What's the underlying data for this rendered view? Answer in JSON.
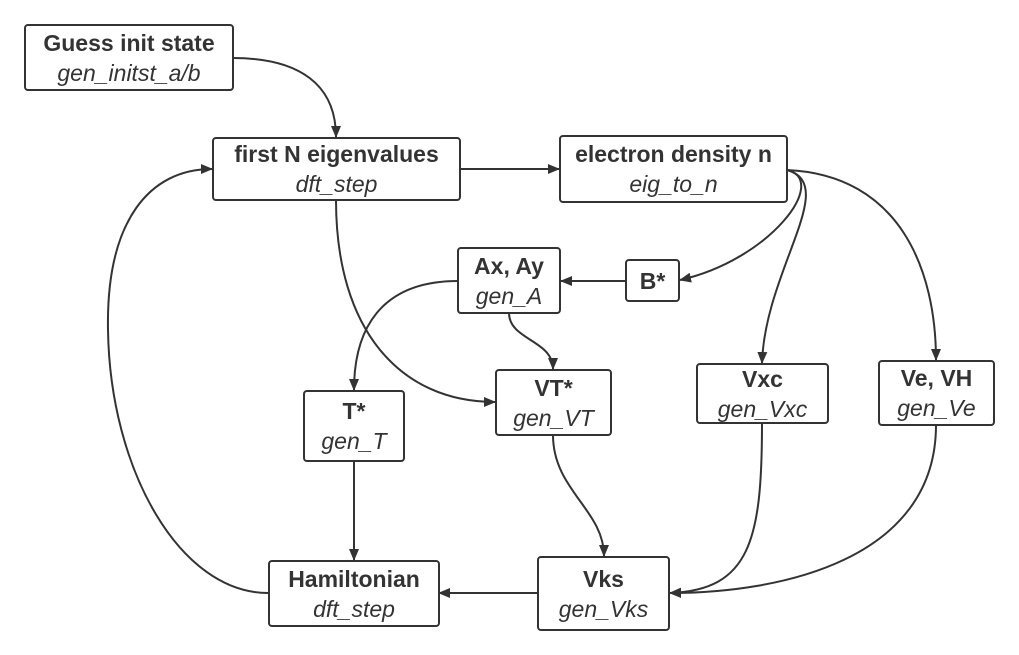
{
  "nodes": {
    "guess": {
      "title": "Guess init state",
      "func": "gen_initst_a/b"
    },
    "eigen": {
      "title": "first N eigenvalues",
      "func": "dft_step"
    },
    "density": {
      "title": "electron density n",
      "func": "eig_to_n"
    },
    "axay": {
      "title": "Ax, Ay",
      "func": "gen_A"
    },
    "bstar": {
      "title": "B*",
      "func": ""
    },
    "vtstar": {
      "title": "VT*",
      "func": "gen_VT"
    },
    "vxc": {
      "title": "Vxc",
      "func": "gen_Vxc"
    },
    "vevh": {
      "title": "Ve, VH",
      "func": "gen_Ve"
    },
    "tstar": {
      "title": "T*",
      "func": "gen_T"
    },
    "hamiltonian": {
      "title": "Hamiltonian",
      "func": "dft_step"
    },
    "vks": {
      "title": "Vks",
      "func": "gen_Vks"
    }
  },
  "colors": {
    "stroke": "#333333",
    "text": "#333333",
    "background": "#ffffff"
  }
}
